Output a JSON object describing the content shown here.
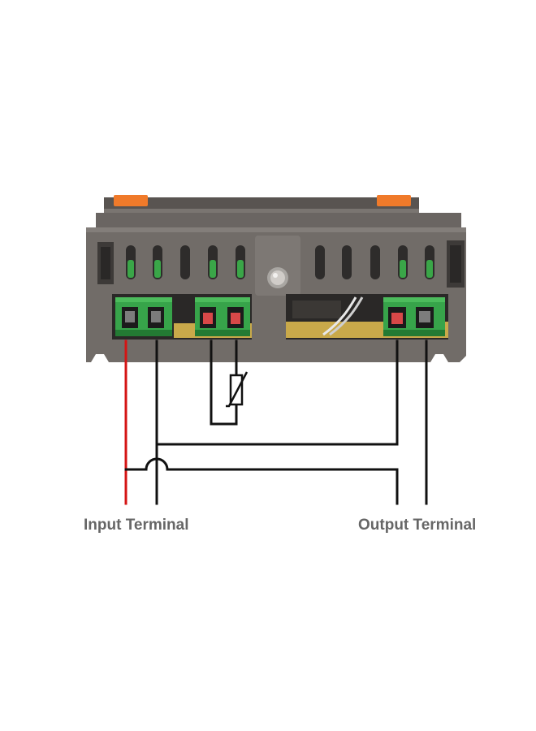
{
  "labels": {
    "input_terminal": "Input Terminal",
    "output_terminal": "Output Terminal"
  },
  "device": {
    "name": "temperature-controller",
    "terminal_blocks": 3,
    "terminals_per_block": 2
  },
  "colors": {
    "housing": "#6f6a66",
    "housing_dark": "#4f4b48",
    "terminal_green": "#37a44a",
    "terminal_green_dark": "#237a33",
    "latch_orange": "#f07a2a",
    "live_wire": "#d41414",
    "wire": "#111111",
    "pcb": "#c9a94a",
    "label_text": "#666666"
  },
  "icons": {
    "sensor": "ntc-thermistor-icon",
    "crossover": "wire-jump-icon"
  }
}
